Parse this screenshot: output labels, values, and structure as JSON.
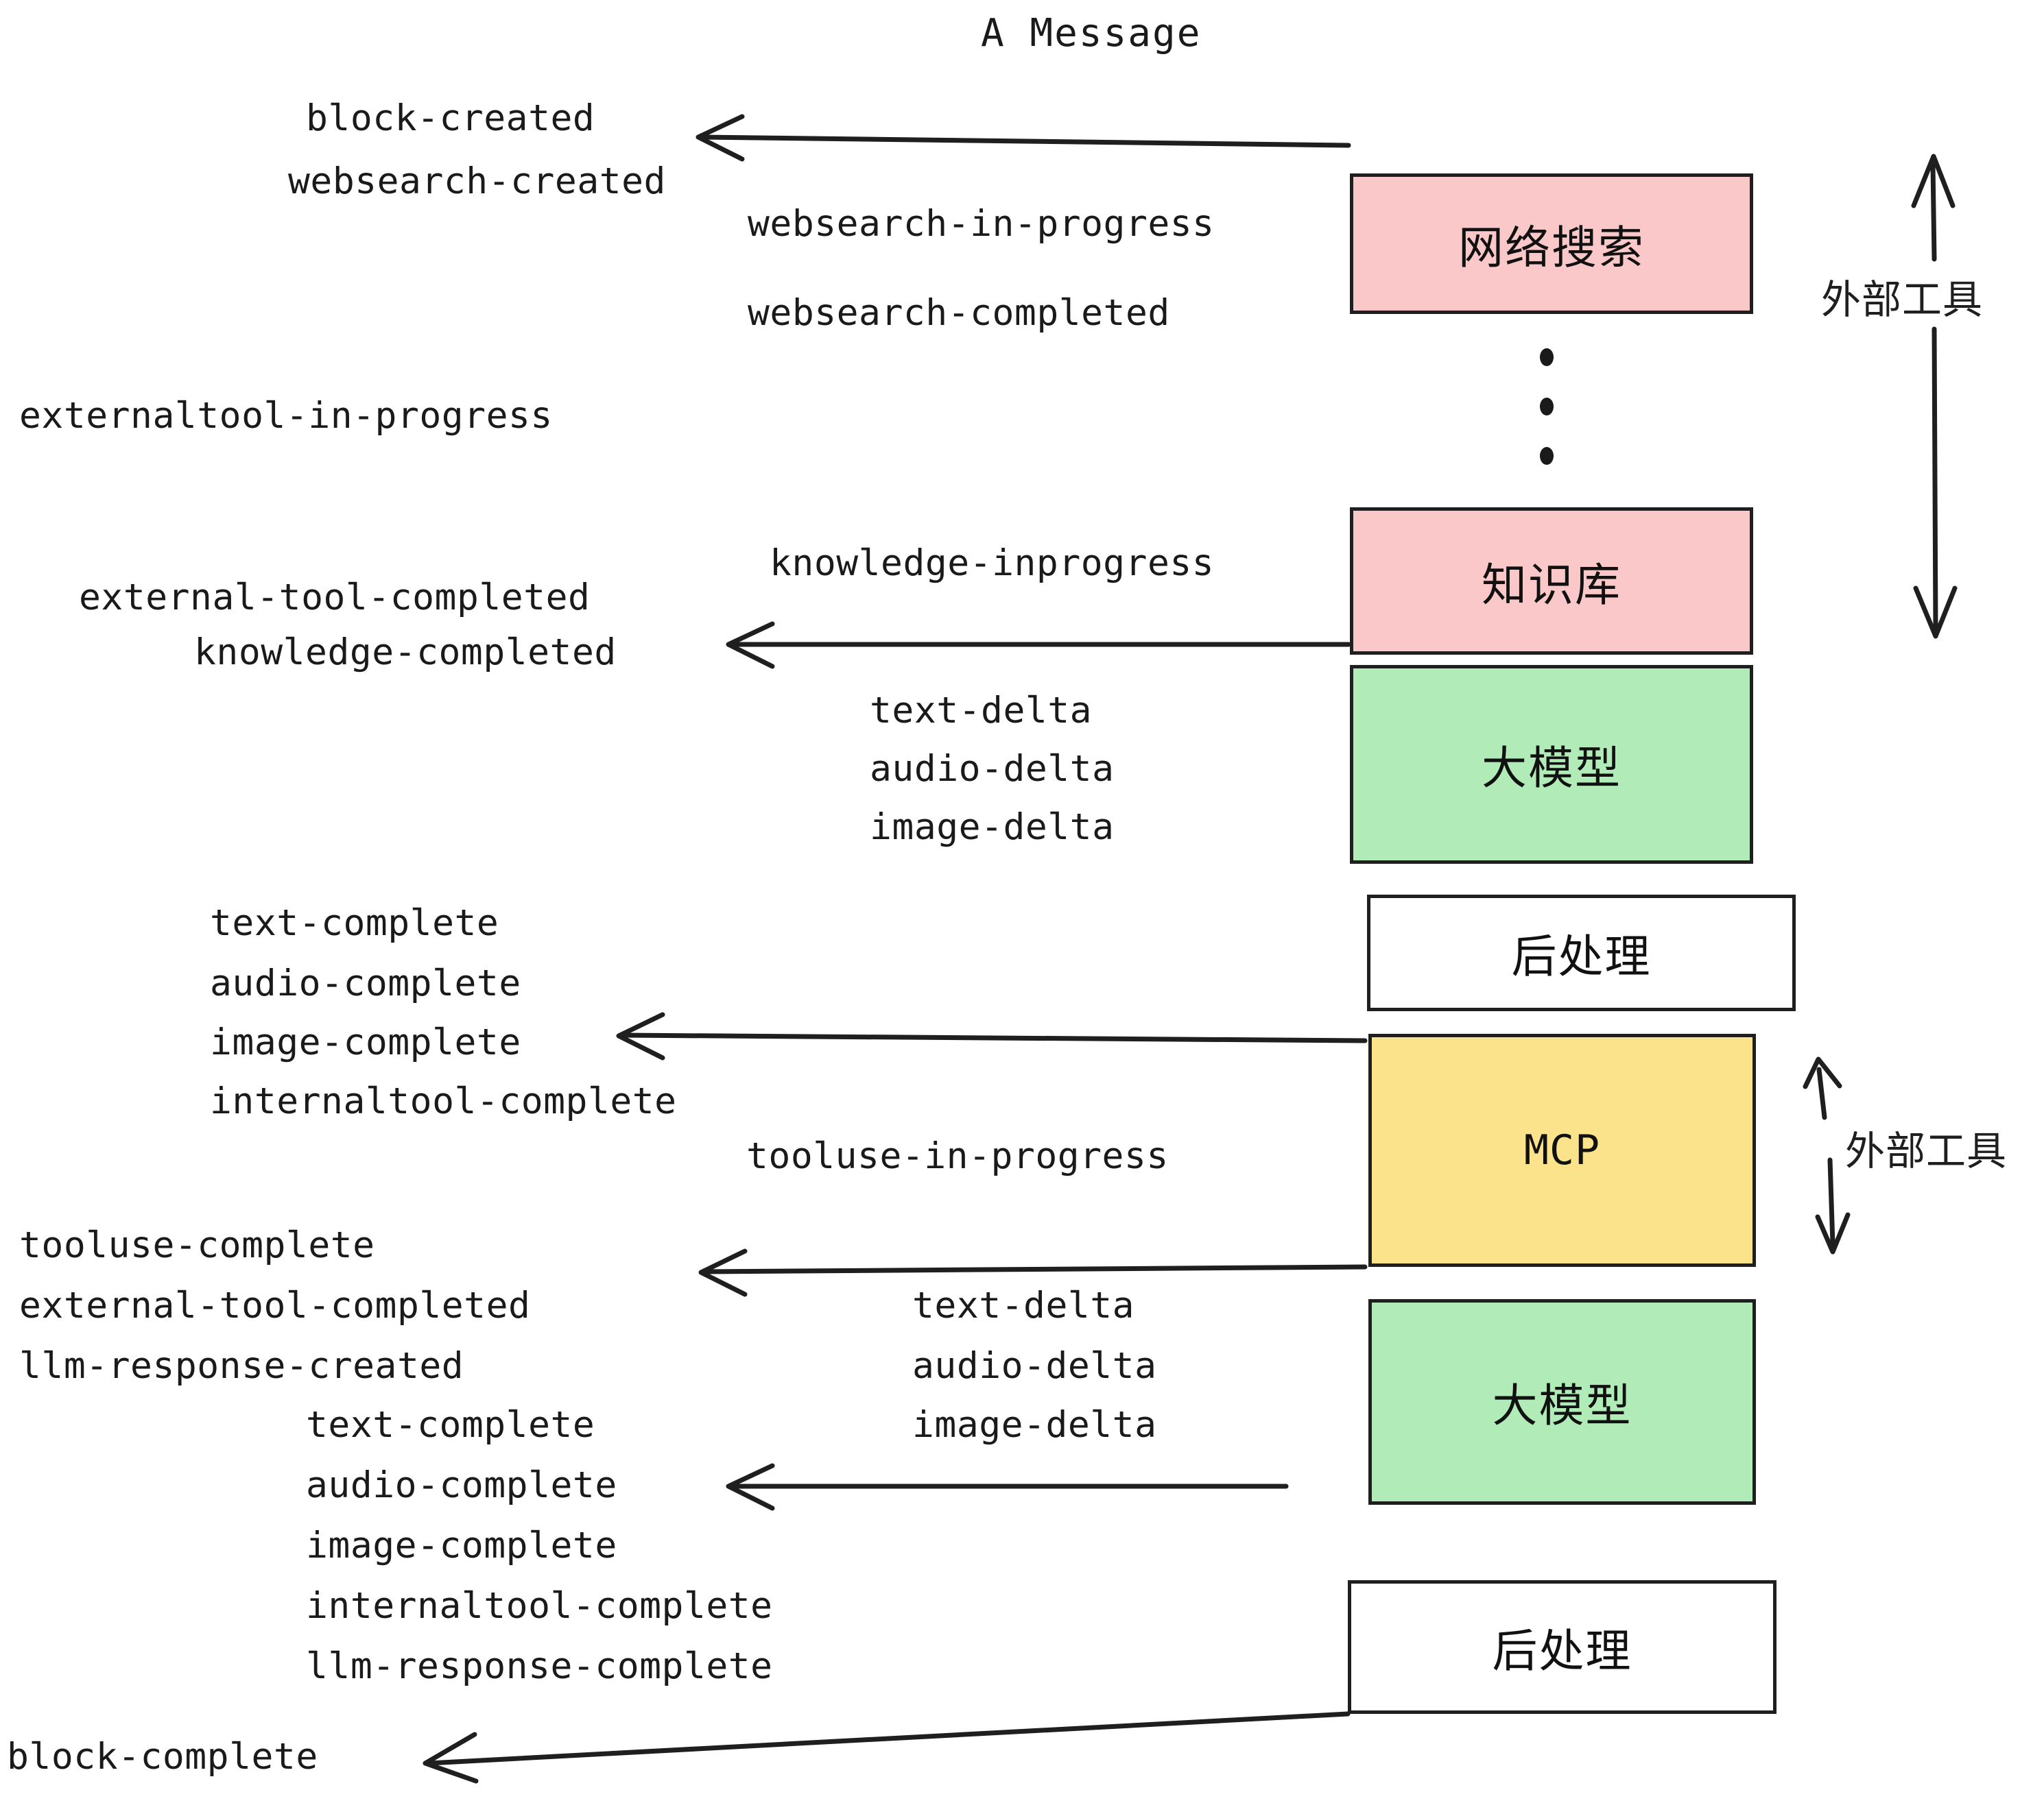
{
  "diagram": {
    "title": "A Message",
    "boxes": [
      {
        "id": "websearch",
        "label": "网络搜索",
        "fill": "#fac8c8"
      },
      {
        "id": "knowledge",
        "label": "知识库",
        "fill": "#fac8c8"
      },
      {
        "id": "llm1",
        "label": "大模型",
        "fill": "#b1ecb8"
      },
      {
        "id": "post1",
        "label": "后处理",
        "fill": "#ffffff"
      },
      {
        "id": "mcp",
        "label": "MCP",
        "fill": "#fbe38c"
      },
      {
        "id": "llm2",
        "label": "大模型",
        "fill": "#b1ecb8"
      },
      {
        "id": "post2",
        "label": "后处理",
        "fill": "#ffffff"
      }
    ],
    "side_labels": [
      {
        "id": "ext-tools-top",
        "label": "外部工具"
      },
      {
        "id": "ext-tools-bottom",
        "label": "外部工具"
      }
    ],
    "events": [
      {
        "id": "e01",
        "text": "block-created"
      },
      {
        "id": "e02",
        "text": "websearch-created"
      },
      {
        "id": "e03",
        "text": "websearch-in-progress"
      },
      {
        "id": "e04",
        "text": "websearch-completed"
      },
      {
        "id": "e05",
        "text": "externaltool-in-progress"
      },
      {
        "id": "e06",
        "text": "knowledge-inprogress"
      },
      {
        "id": "e07",
        "text": "external-tool-completed"
      },
      {
        "id": "e08",
        "text": "knowledge-completed"
      },
      {
        "id": "e09",
        "text": "text-delta"
      },
      {
        "id": "e10",
        "text": "audio-delta"
      },
      {
        "id": "e11",
        "text": "image-delta"
      },
      {
        "id": "e12",
        "text": "text-complete"
      },
      {
        "id": "e13",
        "text": "audio-complete"
      },
      {
        "id": "e14",
        "text": "image-complete"
      },
      {
        "id": "e15",
        "text": "internaltool-complete"
      },
      {
        "id": "e16",
        "text": "tooluse-in-progress"
      },
      {
        "id": "e17",
        "text": "tooluse-complete"
      },
      {
        "id": "e18",
        "text": "external-tool-completed"
      },
      {
        "id": "e19",
        "text": "llm-response-created"
      },
      {
        "id": "e20",
        "text": "text-delta"
      },
      {
        "id": "e21",
        "text": "audio-delta"
      },
      {
        "id": "e22",
        "text": "image-delta"
      },
      {
        "id": "e23",
        "text": "text-complete"
      },
      {
        "id": "e24",
        "text": "audio-complete"
      },
      {
        "id": "e25",
        "text": "image-complete"
      },
      {
        "id": "e26",
        "text": "internaltool-complete"
      },
      {
        "id": "e27",
        "text": "llm-response-complete"
      },
      {
        "id": "e28",
        "text": "block-complete"
      }
    ],
    "colors": {
      "stroke": "#1f1f1f",
      "pink": "#fac8c8",
      "green": "#b1ecb8",
      "yellow": "#fbe38c",
      "white": "#ffffff",
      "text": "#1a1a1a",
      "background": "#ffffff"
    }
  }
}
